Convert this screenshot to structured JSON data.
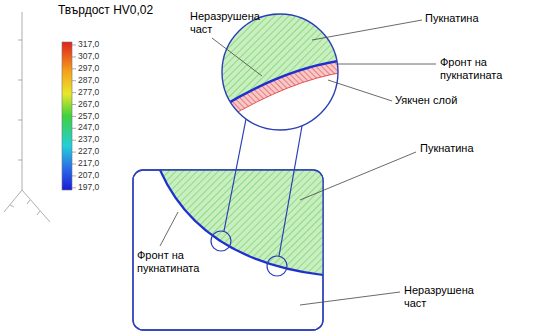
{
  "diagram": {
    "title": "Твърдост HV0,02",
    "labels": [
      "317,0",
      "307,0",
      "297,0",
      "287,0",
      "277,0",
      "267,0",
      "257,0",
      "247,0",
      "237,0",
      "227,0",
      "217,0",
      "207,0",
      "197,0",
      "Неразрушена част",
      "Пукнатина",
      "Фронт на пукнатината",
      "Уякчен слой",
      "Пукнатина",
      "Фронт на пукнатината",
      "Неразрушена част"
    ]
  }
}
